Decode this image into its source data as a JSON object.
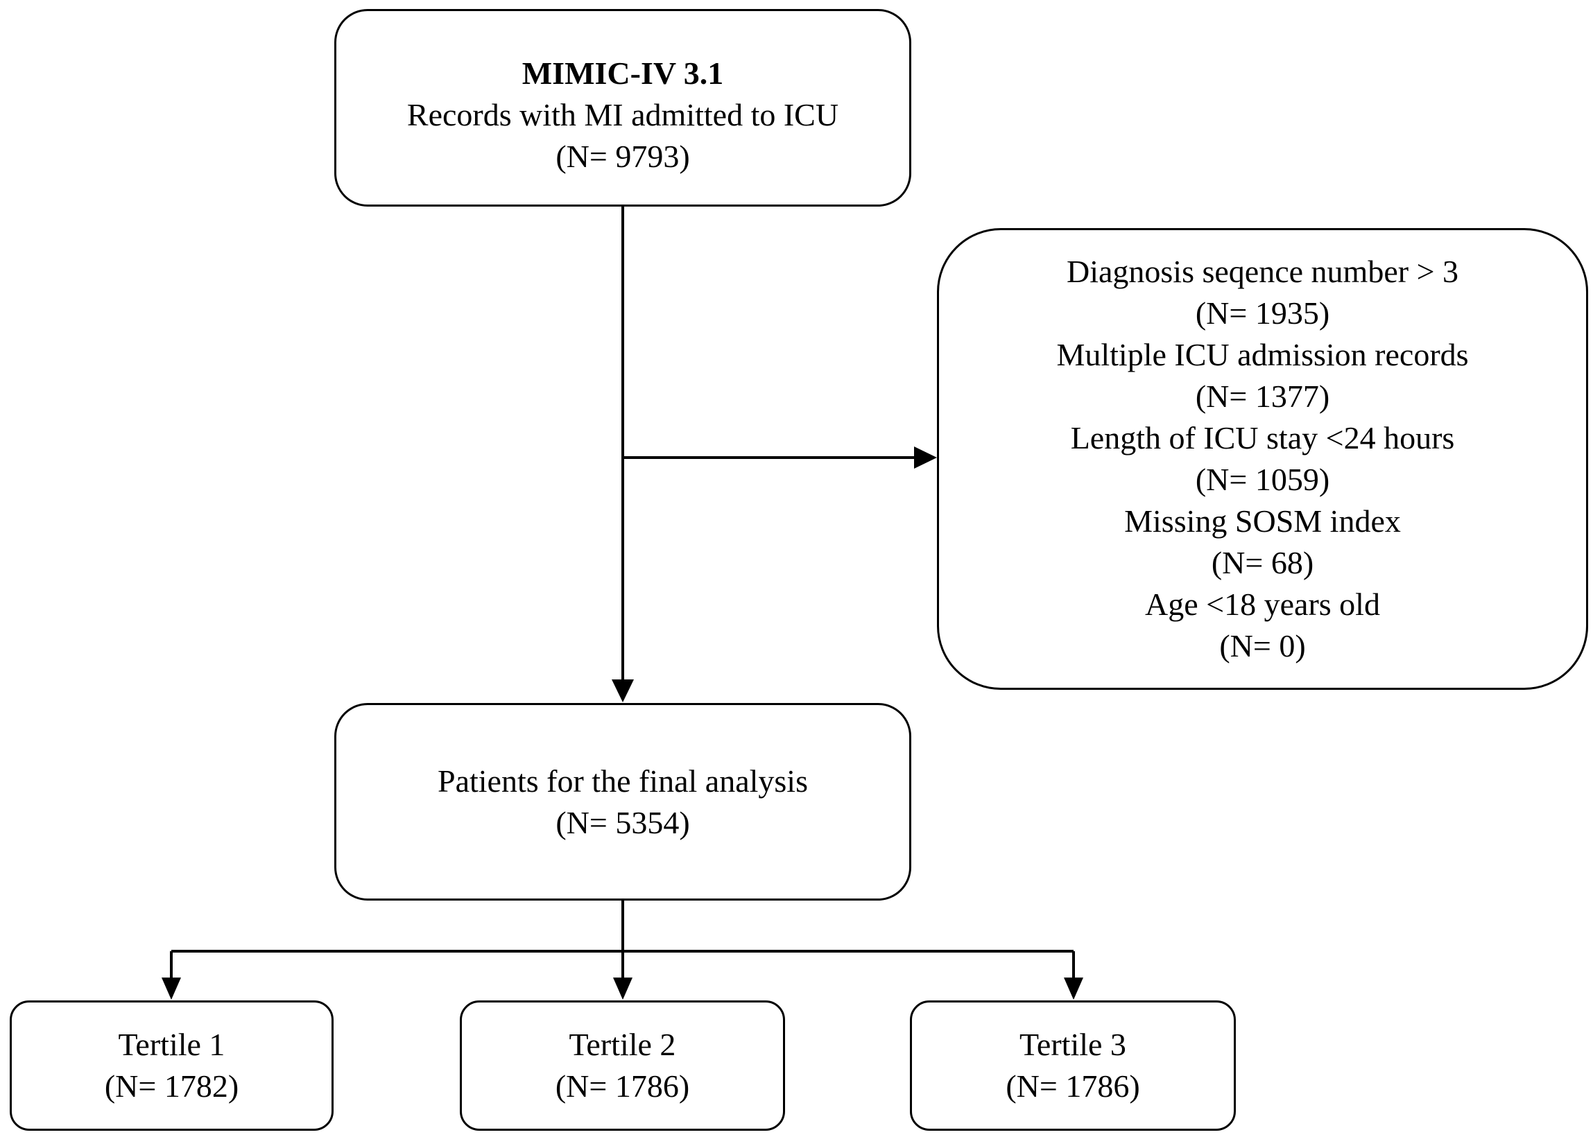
{
  "source": {
    "title": "MIMIC-IV 3.1",
    "description": "Records with MI admitted to ICU",
    "count": "(N= 9793)"
  },
  "exclusions": [
    {
      "label": "Diagnosis seqence number > 3",
      "count": "(N= 1935)"
    },
    {
      "label": "Multiple ICU admission records",
      "count": "(N= 1377)"
    },
    {
      "label": "Length of ICU stay <24 hours",
      "count": "(N= 1059)"
    },
    {
      "label": "Missing SOSM index",
      "count": "(N= 68)"
    },
    {
      "label": "Age <18 years old",
      "count": "(N= 0)"
    }
  ],
  "final": {
    "label": "Patients for the final analysis",
    "count": "(N= 5354)"
  },
  "tertiles": [
    {
      "label": "Tertile 1",
      "count": "(N= 1782)"
    },
    {
      "label": "Tertile 2",
      "count": "(N= 1786)"
    },
    {
      "label": "Tertile 3",
      "count": "(N= 1786)"
    }
  ],
  "colors": {
    "stroke": "#000000",
    "background": "#ffffff"
  }
}
